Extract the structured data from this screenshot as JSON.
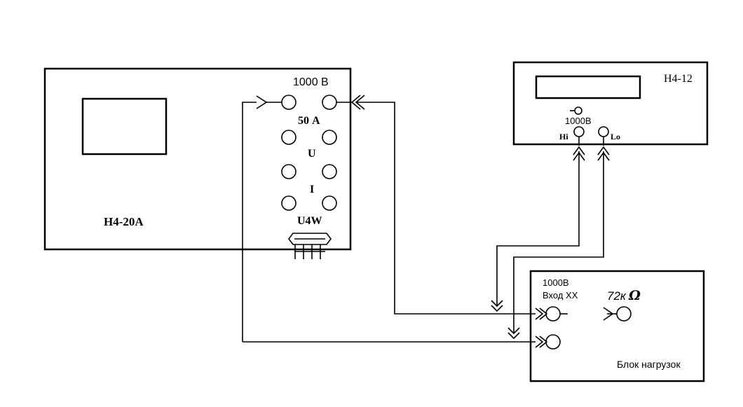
{
  "devices": {
    "h4_20a": {
      "name": "Н4-20А",
      "terminal_voltage": "1000 В",
      "terminal_current": "50 А",
      "terminal_u": "U",
      "terminal_i": "I",
      "terminal_u4w": "U4W"
    },
    "h4_12": {
      "name": "Н4-12",
      "input_rating": "1000В",
      "hi_label": "Hi",
      "lo_label": "Lo"
    },
    "load_block": {
      "name": "Блок нагрузок",
      "input_rating": "1000В",
      "input_label": "Вход ХХ",
      "resistor_label": "72к",
      "resistor_unit": "Ω"
    }
  }
}
